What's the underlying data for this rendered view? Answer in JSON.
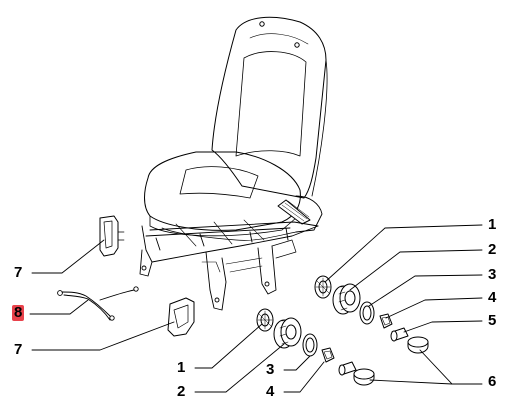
{
  "callouts": {
    "left_upper_7": "7",
    "left_8": "8",
    "left_lower_7": "7",
    "bottom_1": "1",
    "bottom_2": "2",
    "bottom_3": "3",
    "bottom_4": "4",
    "right_1": "1",
    "right_2": "2",
    "right_3": "3",
    "right_4": "4",
    "right_5": "5",
    "right_6": "6"
  },
  "colors": {
    "line": "#000000",
    "highlight": "#e8424b",
    "background": "#ffffff"
  },
  "icons": {
    "seat": "vehicle-seat-illustration",
    "knob": "adjustment-knob",
    "cable": "release-cable"
  }
}
